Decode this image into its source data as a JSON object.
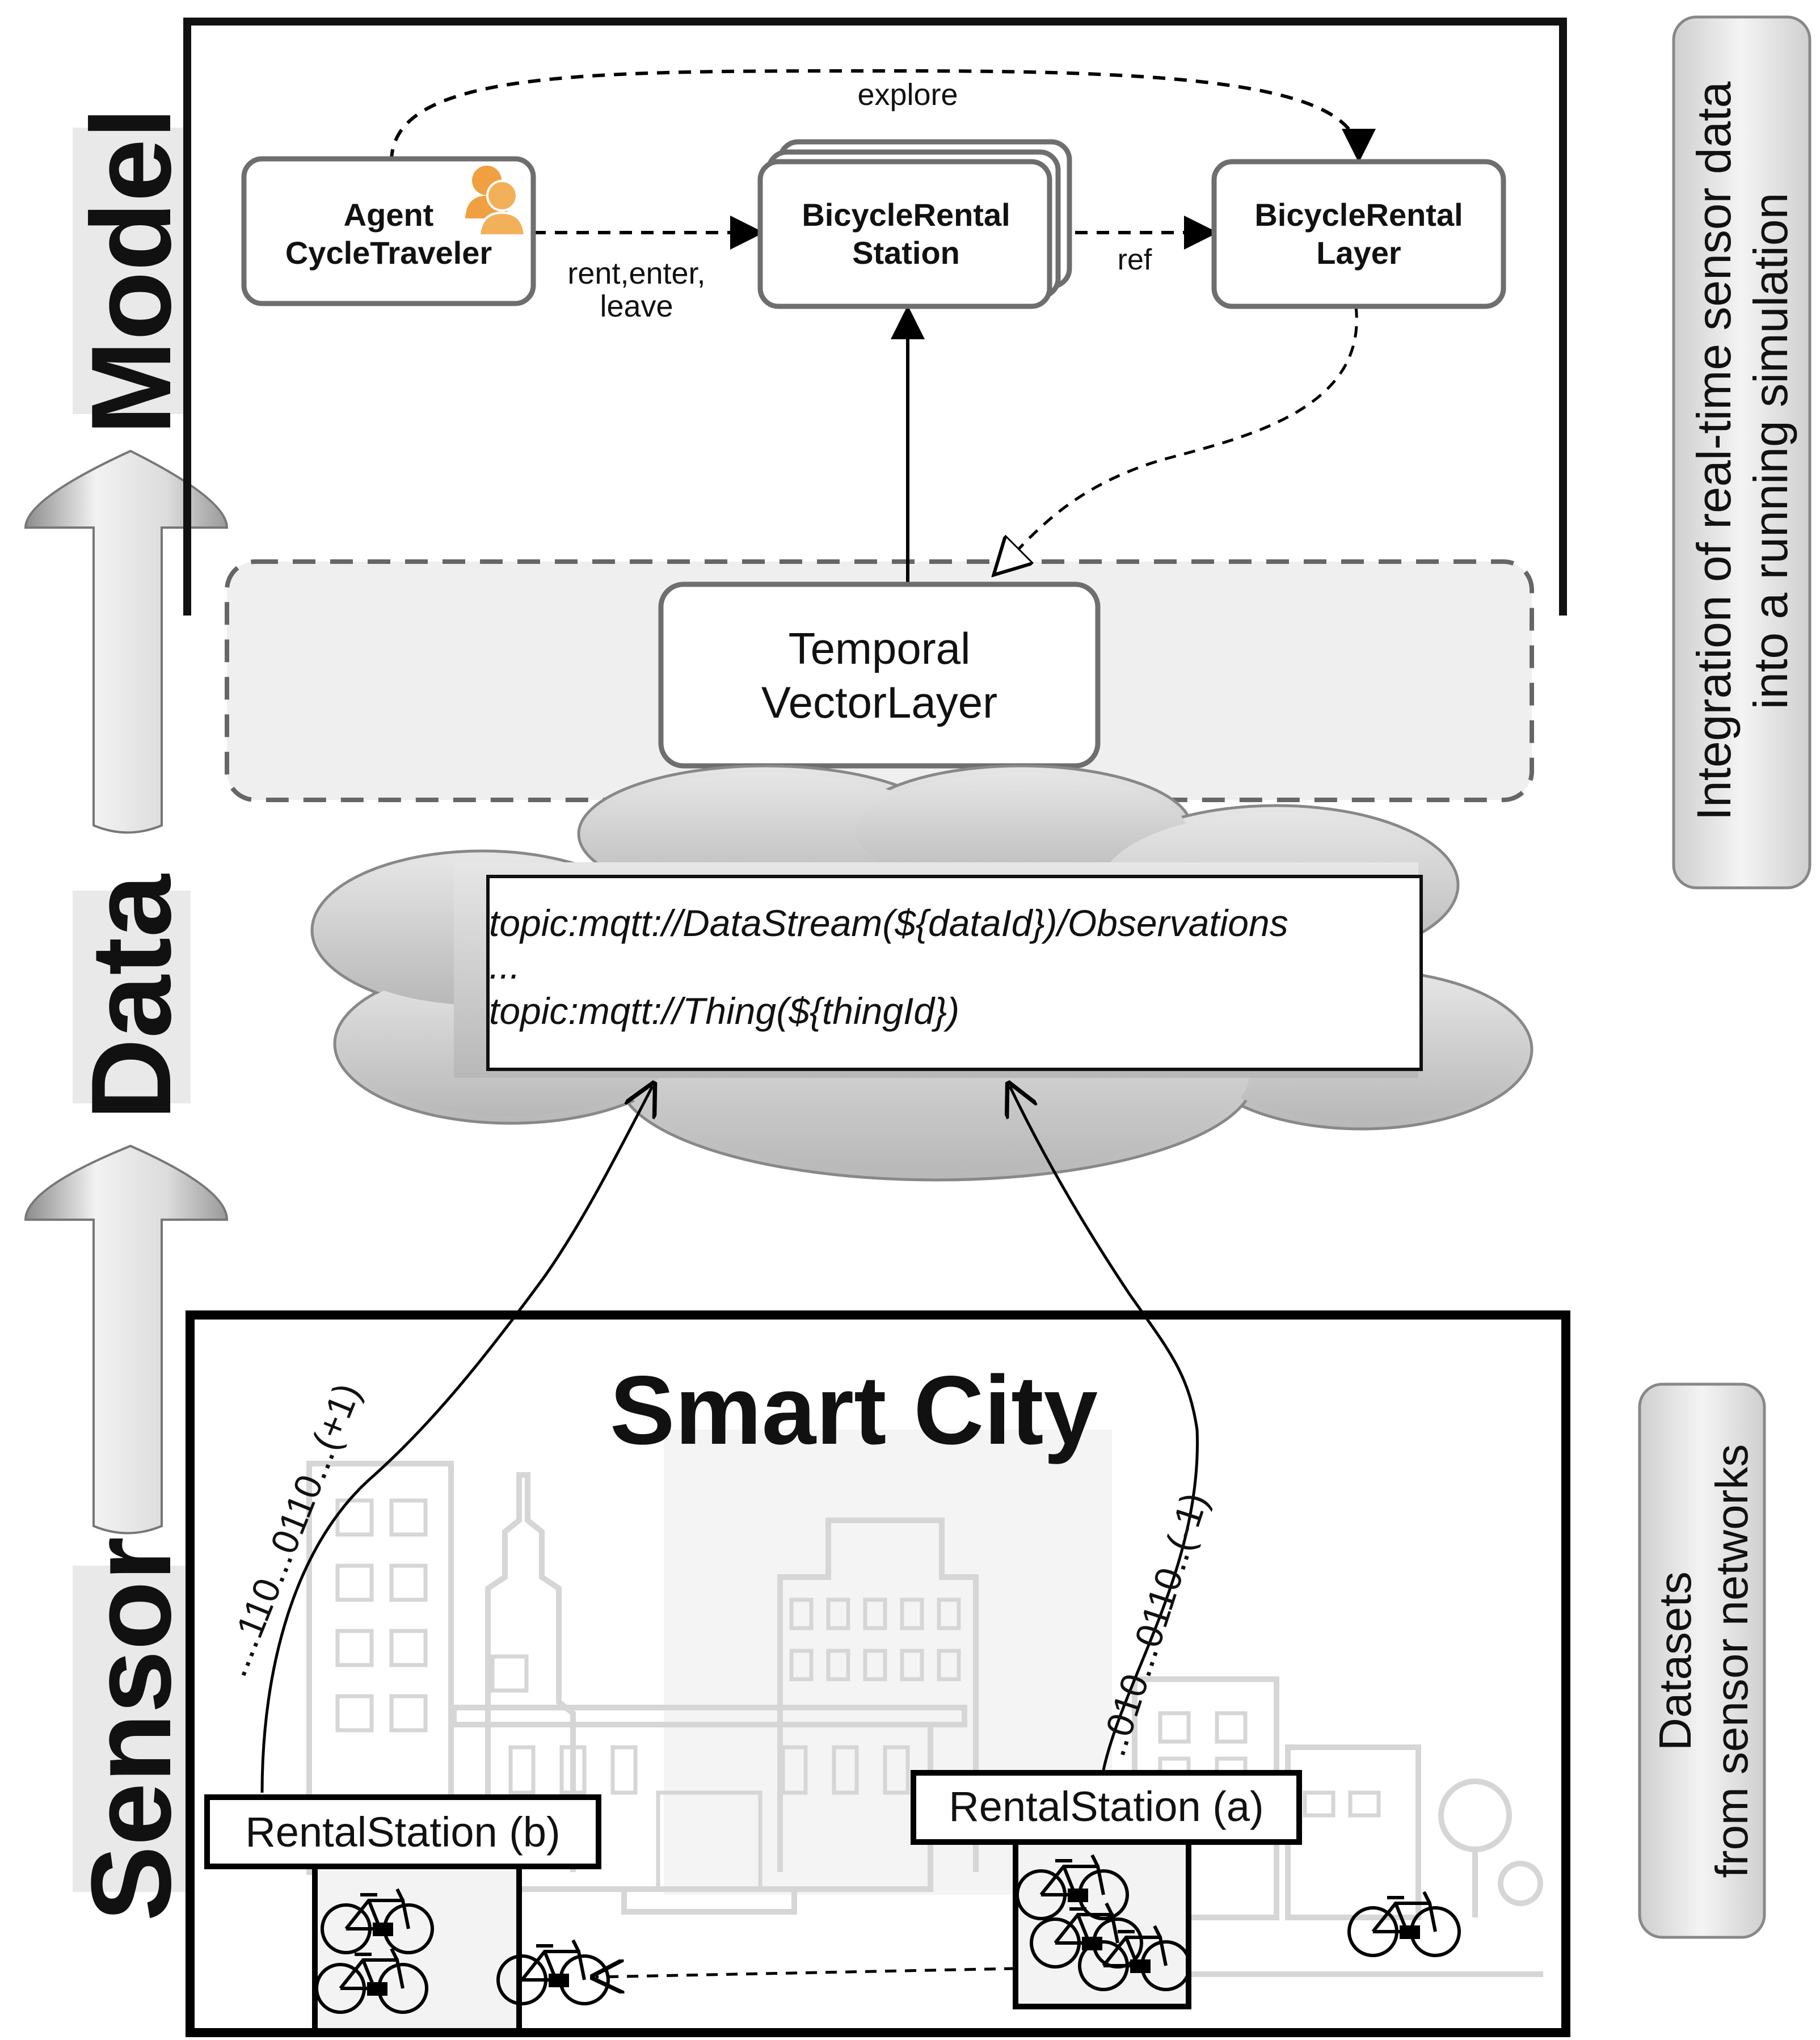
{
  "side_labels": {
    "model": "Model",
    "data": "Data",
    "sensor": "Sensor"
  },
  "right_notes": {
    "integration_line1": "Integration of real-time sensor data",
    "integration_line2": "into a running simulation",
    "datasets_line1": "Datasets",
    "datasets_line2": "from sensor networks"
  },
  "model": {
    "agent_line1": "Agent",
    "agent_line2": "CycleTraveler",
    "station_line1": "BicycleRental",
    "station_line2": "Station",
    "layer_line1": "BicycleRental",
    "layer_line2": "Layer",
    "temporal_line1": "Temporal",
    "temporal_line2": "VectorLayer",
    "edge_explore": "explore",
    "edge_rent_line1": "rent,enter,",
    "edge_rent_line2": "leave",
    "edge_ref": "ref"
  },
  "data": {
    "topic_line1": "topic:mqtt://DataStream(${dataId})/Observations",
    "topic_line2": "...",
    "topic_line3": "topic:mqtt://Thing(${thingId})"
  },
  "sensor": {
    "title": "Smart City",
    "station_b": "RentalStation (b)",
    "station_a": "RentalStation (a)",
    "stream_b": "....110...0110...(+1)",
    "stream_a": "..010...0110..(-1)"
  },
  "colors": {
    "box_border": "#6e6e6e",
    "agent_icon": "#f0a040",
    "cloud_fill": "#c9c9c9",
    "dashed_region_fill": "#efefef",
    "note_fill": "#e6e6e6"
  }
}
